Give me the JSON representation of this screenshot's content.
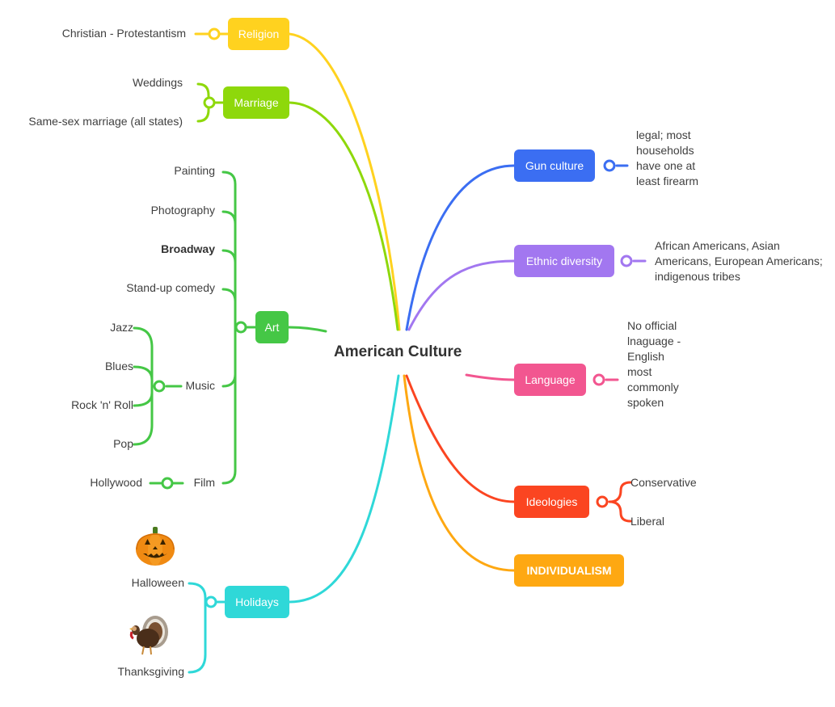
{
  "title": "American Culture",
  "colors": {
    "religion": "#ffd21f",
    "marriage": "#8ed80b",
    "art": "#45c746",
    "holidays": "#2fd8d8",
    "gun": "#3b6ef2",
    "ethnic": "#a277f0",
    "language": "#f25690",
    "ideologies": "#fb4521",
    "individualism": "#fea812"
  },
  "left": {
    "religion": {
      "label": "Religion",
      "children": [
        "Christian - Protestantism"
      ]
    },
    "marriage": {
      "label": "Marriage",
      "children": [
        "Weddings",
        "Same-sex marriage (all states)"
      ]
    },
    "art": {
      "label": "Art",
      "children": {
        "painting": "Painting",
        "photography": "Photography",
        "broadway": "Broadway",
        "standup": "Stand-up comedy",
        "music": {
          "label": "Music",
          "children": [
            "Jazz",
            "Blues",
            "Rock 'n' Roll",
            "Pop"
          ]
        },
        "film": {
          "label": "Film",
          "children": [
            "Hollywood"
          ]
        }
      }
    },
    "holidays": {
      "label": "Holidays",
      "children": [
        "Halloween",
        "Thanksgiving"
      ],
      "icons": [
        "jack-o-lantern-icon",
        "turkey-icon"
      ]
    }
  },
  "right": {
    "gun": {
      "label": "Gun culture",
      "note": "legal; most households have one at least firearm"
    },
    "ethnic": {
      "label": "Ethnic diversity",
      "note": "African Americans, Asian Americans, European Americans; indigenous tribes"
    },
    "language": {
      "label": "Language",
      "note": "No official lnaguage - English most commonly spoken"
    },
    "ideologies": {
      "label": "Ideologies",
      "children": [
        "Conservative",
        "Liberal"
      ]
    },
    "individualism": {
      "label": "INDIVIDUALISM"
    }
  }
}
